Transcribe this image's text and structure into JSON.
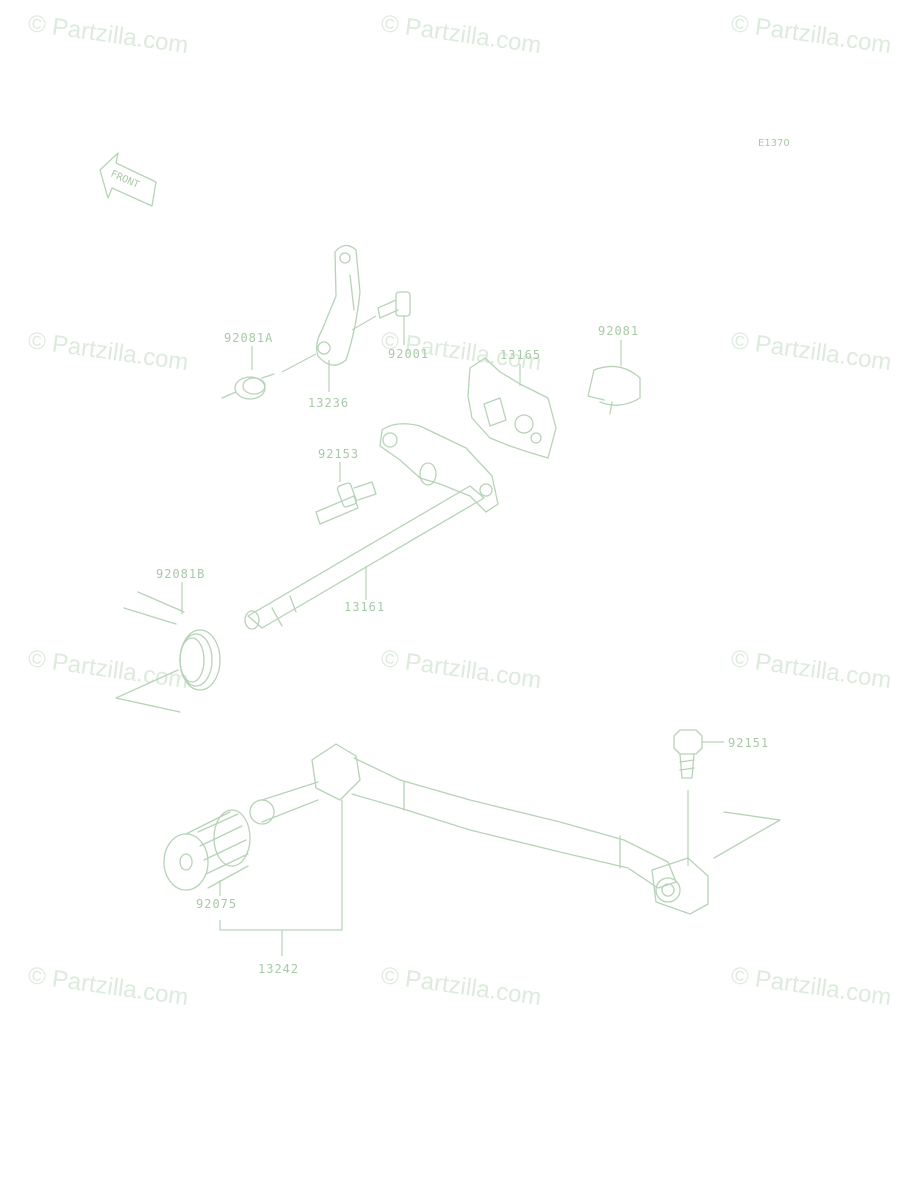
{
  "watermark": "© Partzilla.com",
  "diagram_code": "E1370",
  "front_arrow": {
    "text": "FRONT",
    "icon": "front-arrow-icon"
  },
  "parts": [
    {
      "id": "92081A"
    },
    {
      "id": "13236"
    },
    {
      "id": "92001"
    },
    {
      "id": "13165"
    },
    {
      "id": "92081"
    },
    {
      "id": "92153"
    },
    {
      "id": "92081B"
    },
    {
      "id": "13161"
    },
    {
      "id": "92151"
    },
    {
      "id": "92075"
    },
    {
      "id": "13242"
    }
  ],
  "colors": {
    "line": "#b7d3b7",
    "text": "#a8c9a8",
    "watermark": "#dcebdc"
  }
}
